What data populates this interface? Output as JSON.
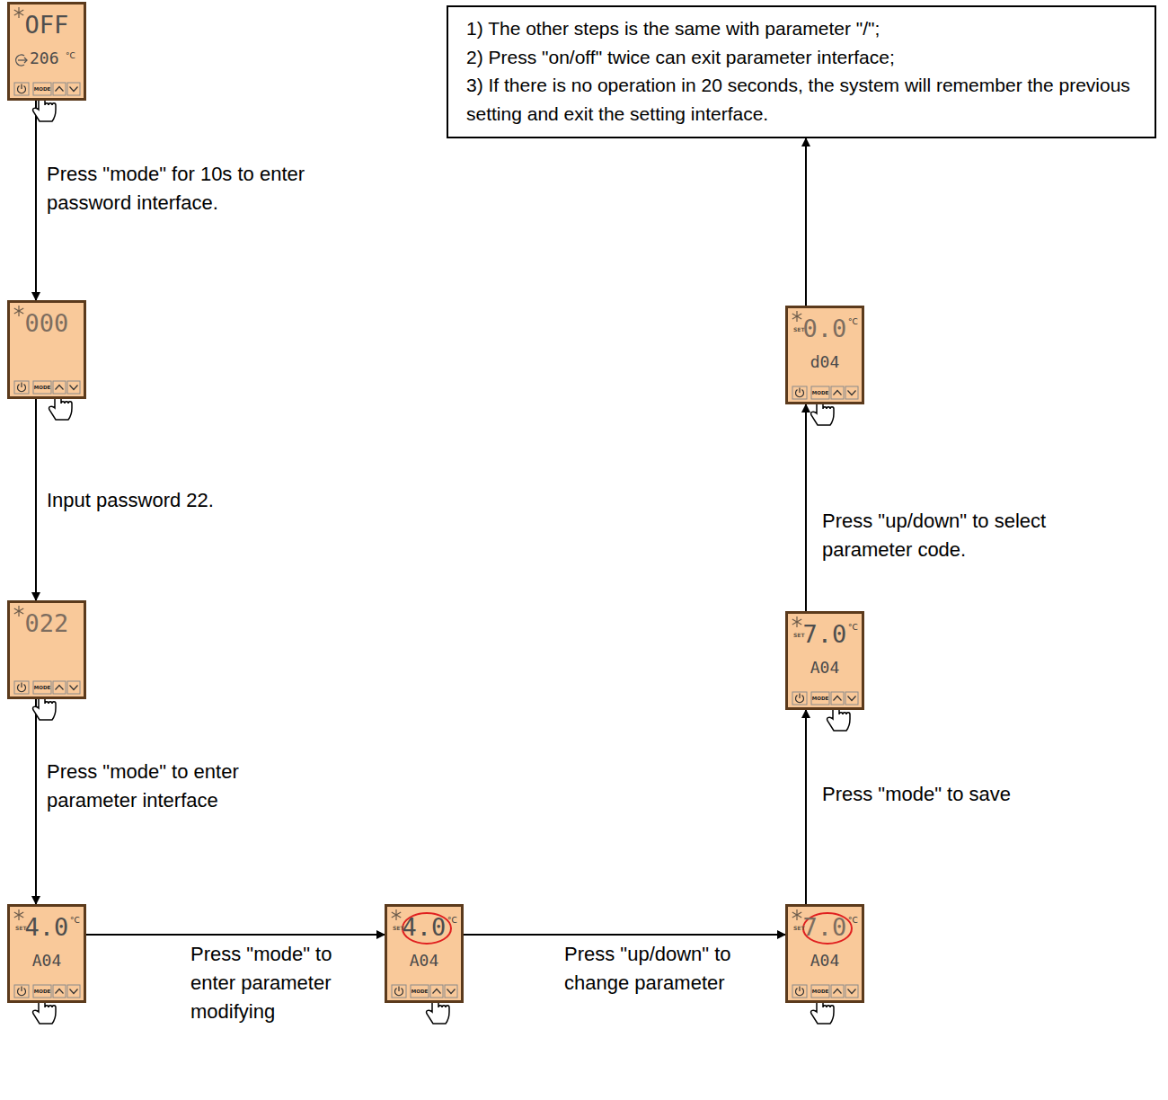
{
  "diagram": {
    "nodes": [
      {
        "text": [
          "OFF",
          "206",
          "°C",
          "MODE"
        ]
      },
      {
        "text": [
          "000",
          "MODE"
        ]
      },
      {
        "text": [
          "022",
          "MODE"
        ]
      },
      {
        "text": [
          "SET",
          "4.0",
          "°C",
          "A04",
          "MODE"
        ]
      },
      {
        "text": [
          "SET",
          "4.0",
          "°C",
          "A04",
          "MODE"
        ]
      },
      {
        "text": [
          "SET",
          "7.0",
          "°C",
          "A04",
          "MODE"
        ]
      },
      {
        "text": [
          "SET",
          "7.0",
          "°C",
          "A04",
          "MODE"
        ]
      },
      {
        "text": [
          "SET",
          "0.0",
          "°C",
          "d04",
          "MODE"
        ]
      },
      {
        "text": [
          "1) The other steps is the same with parameter \"/\";",
          "2) Press \"on/off\" twice can exit parameter interface;",
          "3) If there is no operation in 20 seconds, the system will remember the previous setting and exit the setting interface."
        ]
      }
    ],
    "edges": [
      {
        "from": 0,
        "to": 1,
        "arrow": "to",
        "label": "Press \"mode\" for 10s to enter password interface."
      },
      {
        "from": 1,
        "to": 2,
        "arrow": "to",
        "label": "Input password 22."
      },
      {
        "from": 2,
        "to": 3,
        "arrow": "to",
        "label": "Press \"mode\" to enter parameter interface"
      },
      {
        "from": 3,
        "to": 4,
        "arrow": "to",
        "label": "Press \"mode\" to enter parameter modifying"
      },
      {
        "from": 4,
        "to": 5,
        "arrow": "to",
        "label": "Press \"up/down\" to change parameter"
      },
      {
        "from": 5,
        "to": 6,
        "arrow": "to",
        "label": "Press \"mode\" to save"
      },
      {
        "from": 6,
        "to": 7,
        "arrow": "to",
        "label": "Press \"up/down\" to select parameter code."
      },
      {
        "from": 7,
        "to": 8,
        "arrow": "to"
      }
    ]
  }
}
